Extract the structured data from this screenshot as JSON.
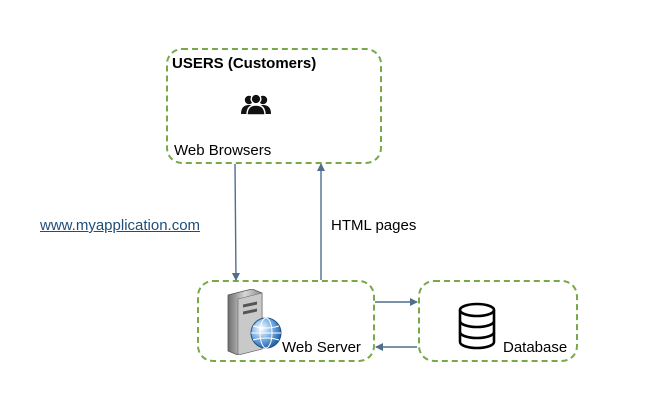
{
  "diagram": {
    "users_node": {
      "title": "USERS (Customers)",
      "sublabel": "Web Browsers",
      "icon": "users-icon"
    },
    "server_node": {
      "label": "Web Server",
      "icon": "web-server-icon"
    },
    "database_node": {
      "label": "Database",
      "icon": "database-icon"
    },
    "edges": {
      "request_label": "www.myapplication.com",
      "response_label": "HTML pages"
    },
    "colors": {
      "box_border": "#77a94b",
      "arrow": "#4f6e8c",
      "link": "#1f4e79"
    }
  }
}
